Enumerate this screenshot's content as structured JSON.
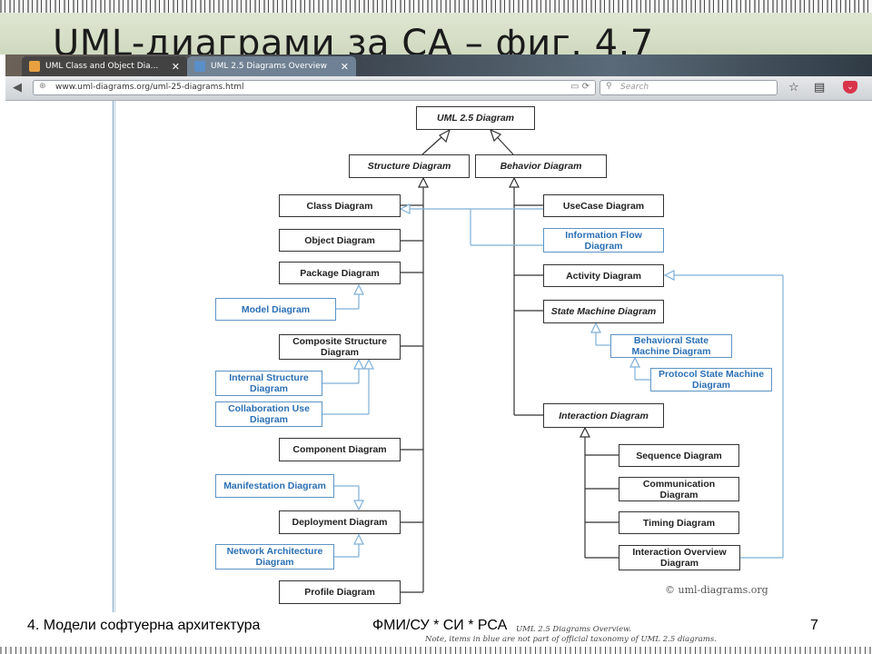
{
  "slide": {
    "title": "UML-диаграми за СА – фиг. 4.7",
    "footer_left": "4. Модели софтуерна архитектура",
    "footer_center": "ФМИ/СУ * СИ * РСА",
    "page_number": "7"
  },
  "browser": {
    "tabs": [
      {
        "label": "UML Class and Object Dia...",
        "close": "✕"
      },
      {
        "label": "UML 2.5 Diagrams Overview",
        "close": "✕"
      }
    ],
    "url": "www.uml-diagrams.org/uml-25-diagrams.html",
    "search_placeholder": "Search"
  },
  "diagram": {
    "root": "UML 2.5 Diagram",
    "structure": "Structure Diagram",
    "behavior": "Behavior Diagram",
    "class": "Class Diagram",
    "object": "Object Diagram",
    "package": "Package Diagram",
    "model": "Model Diagram",
    "composite": "Composite Structure Diagram",
    "internal": "Internal Structure Diagram",
    "collaboration": "Collaboration Use Diagram",
    "component": "Component Diagram",
    "manifestation": "Manifestation Diagram",
    "deployment": "Deployment Diagram",
    "network": "Network Architecture Diagram",
    "profile": "Profile Diagram",
    "usecase": "UseCase Diagram",
    "infoflow": "Information Flow Diagram",
    "activity": "Activity Diagram",
    "statemachine": "State Machine Diagram",
    "behavioral_sm": "Behavioral State Machine Diagram",
    "protocol_sm": "Protocol State Machine Diagram",
    "interaction": "Interaction Diagram",
    "sequence": "Sequence Diagram",
    "communication": "Communication Diagram",
    "timing": "Timing Diagram",
    "interaction_overview": "Interaction Overview Diagram",
    "copyright": "© uml-diagrams.org",
    "caption_line1": "UML 2.5 Diagrams Overview.",
    "caption_line2": "Note, items in blue are not part of official taxonomy of UML 2.5 diagrams."
  },
  "colors": {
    "blue_item": "#5d94c4",
    "line": "#333333",
    "blue_line": "#7fb0d8"
  }
}
